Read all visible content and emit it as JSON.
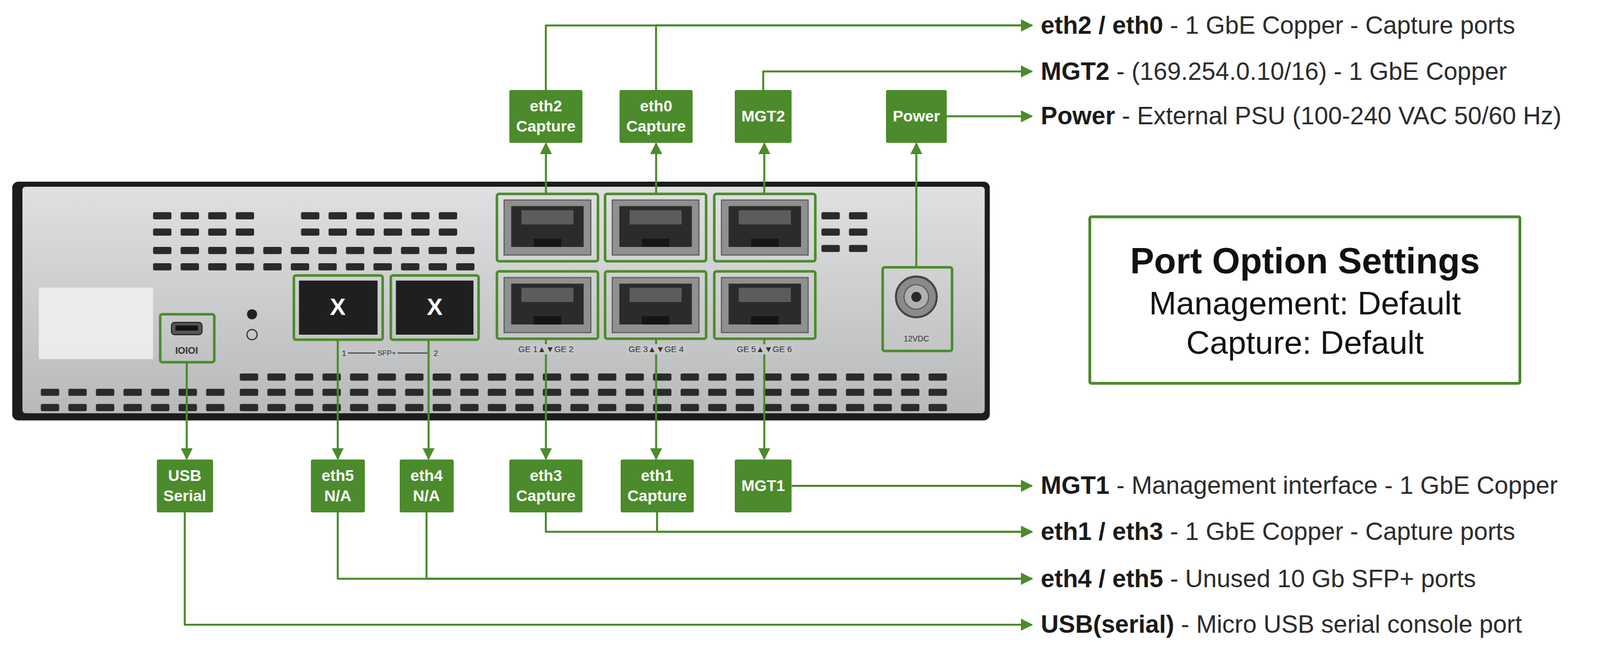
{
  "diagram": {
    "nodes": [
      {
        "text": [
          "eth2 Capture"
        ]
      },
      {
        "text": [
          "eth0 Capture"
        ]
      },
      {
        "text": [
          "MGT2"
        ]
      },
      {
        "text": [
          "Power"
        ]
      },
      {
        "text": [
          "Port Option Settings",
          "Management: Default",
          "Capture: Default"
        ]
      },
      {
        "text": [
          "USB Serial"
        ]
      },
      {
        "text": [
          "eth5 N/A"
        ]
      },
      {
        "text": [
          "eth4 N/A"
        ]
      },
      {
        "text": [
          "eth3 Capture"
        ]
      },
      {
        "text": [
          "eth1 Capture"
        ]
      },
      {
        "text": [
          "MGT1"
        ]
      }
    ],
    "labels": [
      "eth2 / eth0 - 1 GbE Copper - Capture ports",
      "MGT2 - (169.254.0.10/16) - 1 GbE Copper",
      "Power - External PSU (100-240 VAC 50/60 Hz)",
      "MGT1 - Management interface - 1 GbE Copper",
      "eth1 / eth3 - 1 GbE Copper - Capture ports",
      "eth4 / eth5 - Unused 10 Gb SFP+ ports",
      "USB(serial) - Micro USB serial console port",
      "IOIOI",
      "X",
      "X",
      "1",
      "SFP+",
      "2",
      "GE 1▲▼GE 2",
      "GE 3▲▼GE 4",
      "GE 5▲▼GE 6",
      "12VDC"
    ]
  }
}
